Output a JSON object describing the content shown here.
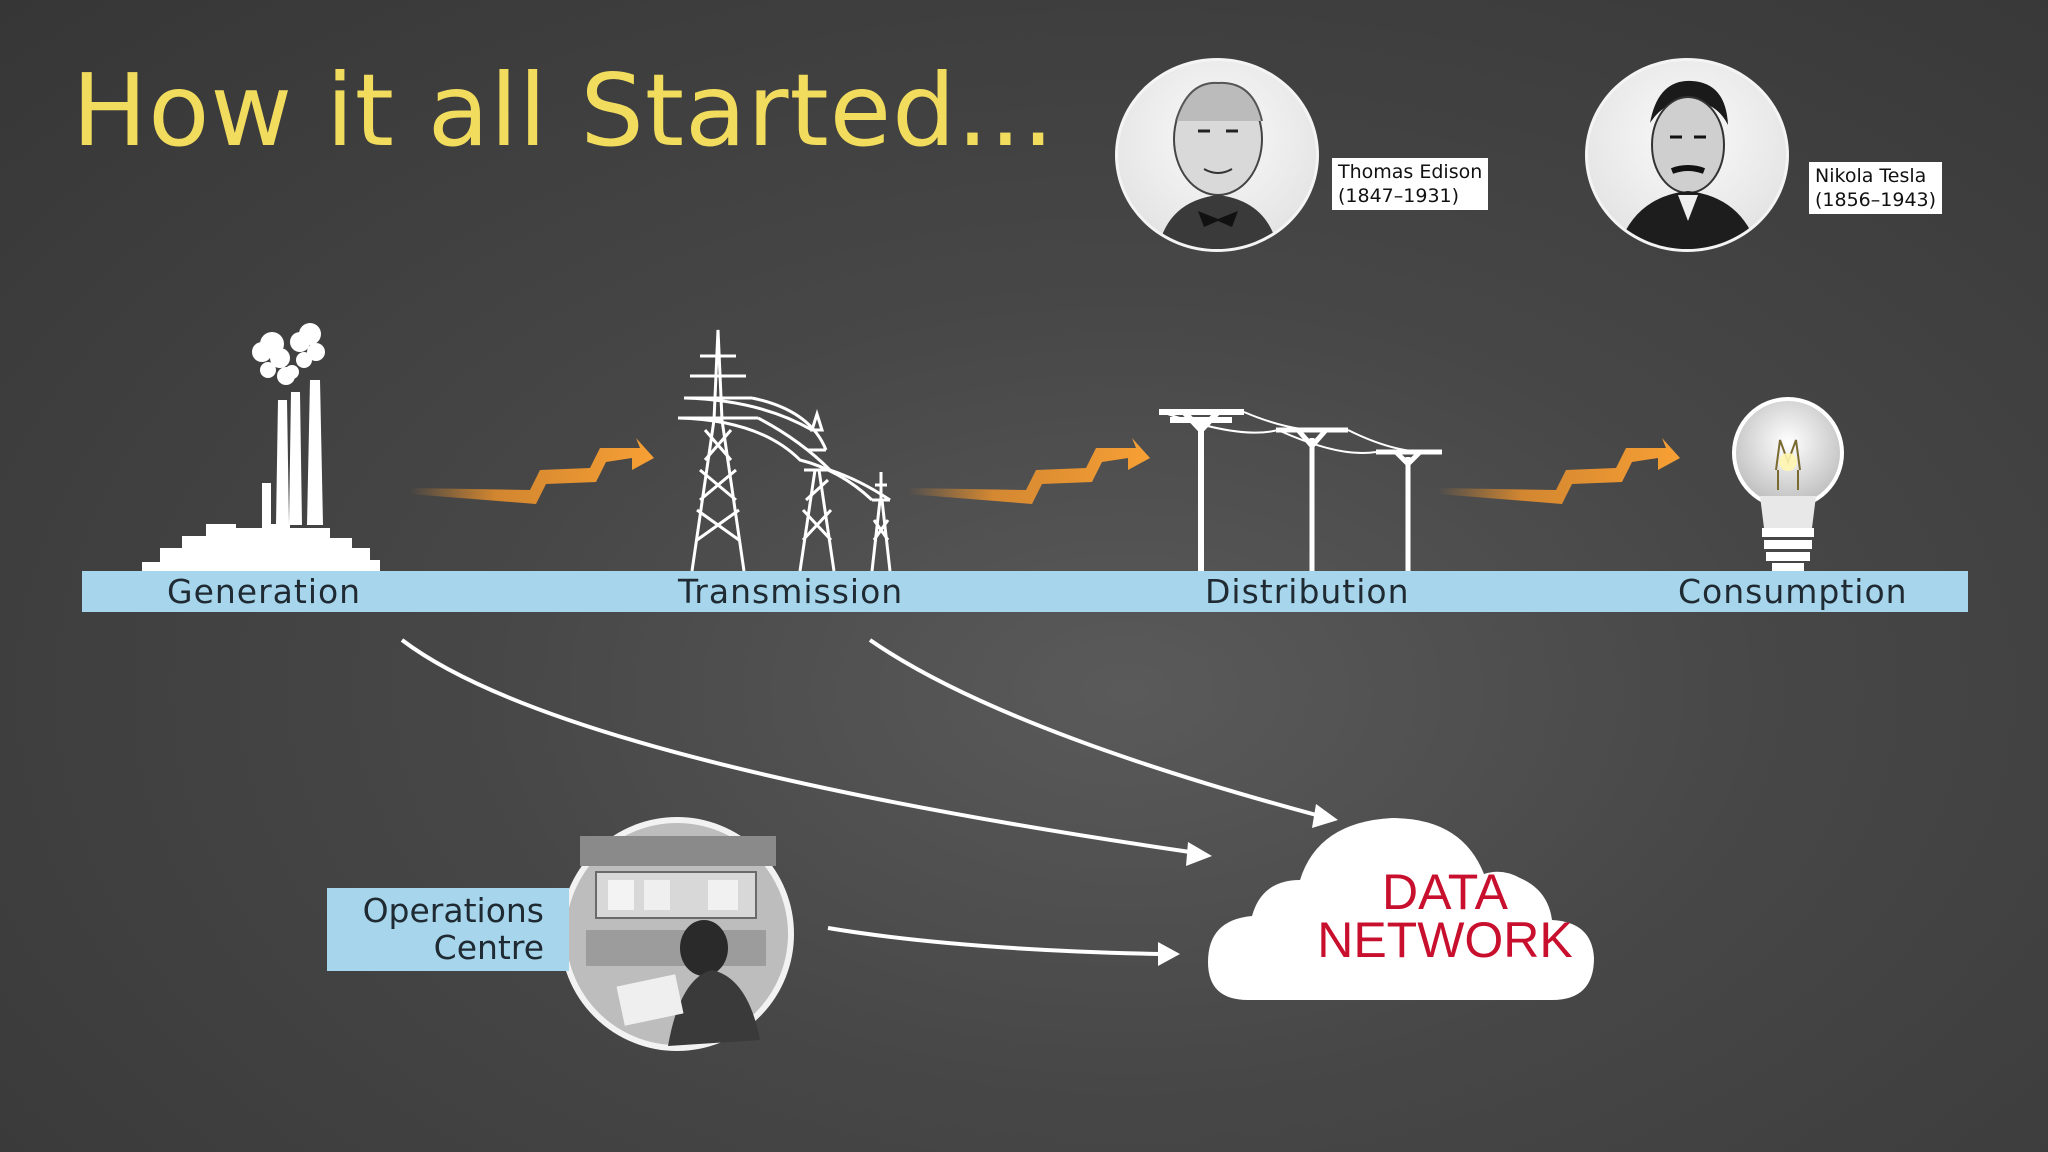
{
  "title": "How it all Started...",
  "people": [
    {
      "name": "Thomas Edison",
      "years": "(1847–1931)"
    },
    {
      "name": "Nikola Tesla",
      "years": "(1856–1943)"
    }
  ],
  "stages": [
    "Generation",
    "Transmission",
    "Distribution",
    "Consumption"
  ],
  "operations": {
    "line1": "Operations",
    "line2": "Centre"
  },
  "network": {
    "line1": "DATA",
    "line2": "NETWORK"
  },
  "colors": {
    "title": "#f2dc5d",
    "bar": "#a7d6ec",
    "lightning": "#f5962a",
    "network_text": "#c8102e",
    "arrows": "#ffffff"
  },
  "icons": [
    "factory-icon",
    "transmission-tower-icon",
    "utility-pole-icon",
    "light-bulb-icon",
    "lightning-arrow-icon",
    "cloud-icon"
  ]
}
